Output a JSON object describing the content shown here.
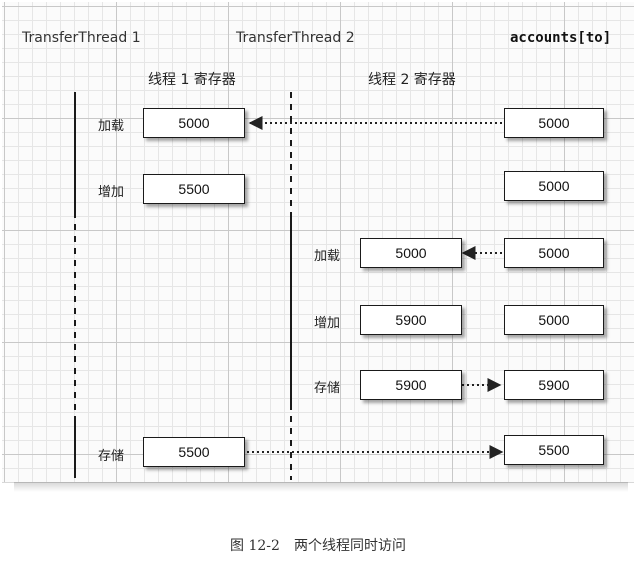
{
  "headers": {
    "thread1": "TransferThread 1",
    "thread2": "TransferThread 2",
    "accounts": "accounts[to]"
  },
  "registers": {
    "thread1": "线程 1 寄存器",
    "thread2": "线程 2 寄存器"
  },
  "ops": {
    "t1_load": "加载",
    "t1_add": "增加",
    "t2_load": "加载",
    "t2_add": "增加",
    "t2_store": "存储",
    "t1_store": "存储"
  },
  "values": {
    "t1_load_reg": "5000",
    "t1_add_reg": "5500",
    "t1_store_reg": "5500",
    "t2_load_reg": "5000",
    "t2_add_reg": "5900",
    "t2_store_reg": "5900",
    "acc_1": "5000",
    "acc_2": "5000",
    "acc_3": "5000",
    "acc_4": "5000",
    "acc_5": "5900",
    "acc_6": "5500"
  },
  "caption": "图 12-2　两个线程同时访问"
}
